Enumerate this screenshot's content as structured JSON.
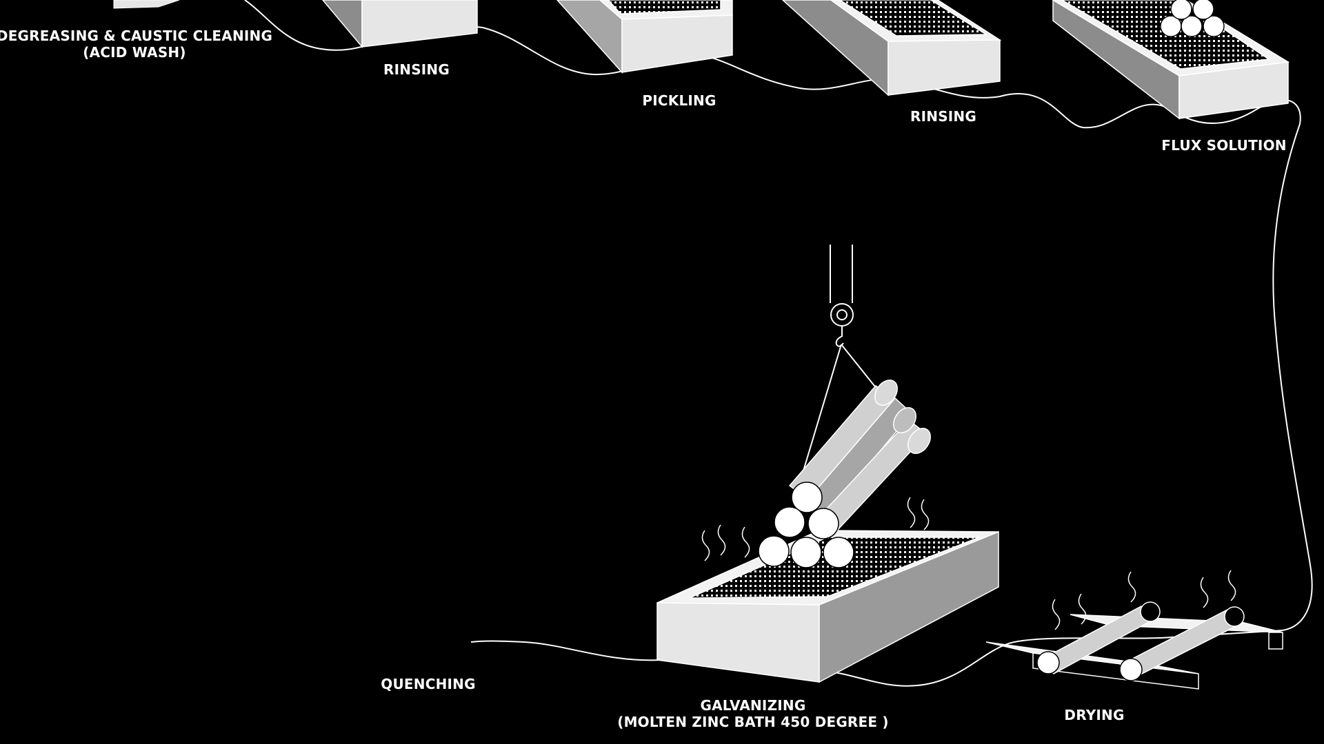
{
  "steps": {
    "degreasing": {
      "line1": "DEGREASING & CAUSTIC CLEANING",
      "line2": "(ACID WASH)"
    },
    "rinsing1": {
      "label": "RINSING"
    },
    "pickling": {
      "label": "PICKLING"
    },
    "rinsing2": {
      "label": "RINSING"
    },
    "flux": {
      "label": "FLUX SOLUTION"
    },
    "drying": {
      "label": "DRYING"
    },
    "galvanizing": {
      "line1": "GALVANIZING",
      "line2": "(MOLTEN ZINC BATH 450 DEGREE )"
    },
    "quenching": {
      "label": "QUENCHING"
    }
  },
  "colors": {
    "background": "#000000",
    "stroke": "#ffffff",
    "tank_top": "#f2f2f2",
    "tank_front": "#e6e6e6",
    "tank_side": "#8c8c8c",
    "pipe_light": "#d9d9d9",
    "pipe_dark": "#a6a6a6"
  }
}
